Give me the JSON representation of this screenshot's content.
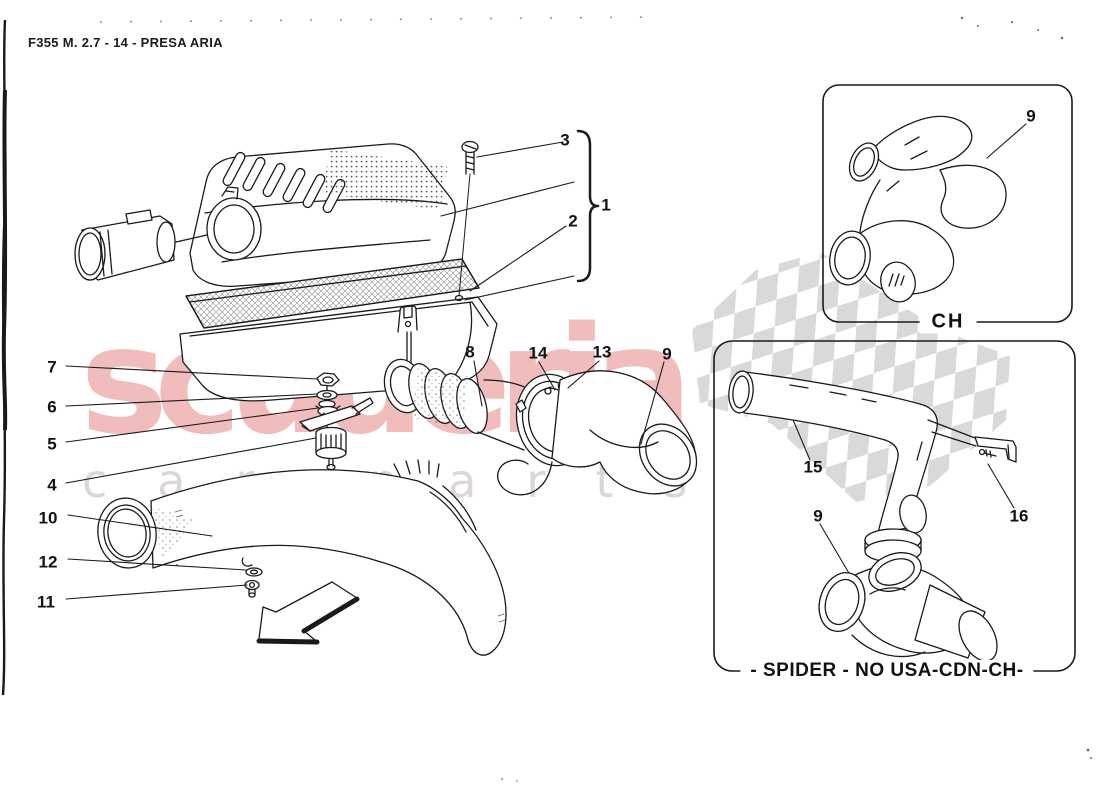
{
  "page": {
    "title": "F355 M. 2.7 - 14 - PRESA ARIA",
    "background_color": "#ffffff",
    "line_color": "#1a1a1a"
  },
  "watermark": {
    "brand": "scuderia",
    "brand_sub": "car parts",
    "brand_color": "#f1bcbc",
    "sub_color": "#ddd6d6",
    "checker_color": "#d9d9d9"
  },
  "main_diagram": {
    "callouts": {
      "c1": "1",
      "c2": "2",
      "c3": "3",
      "c4": "4",
      "c5": "5",
      "c6": "6",
      "c7": "7",
      "c8": "8",
      "c9": "9",
      "c10": "10",
      "c11": "11",
      "c12": "12",
      "c13": "13",
      "c14": "14"
    }
  },
  "inset_ch": {
    "caption": "CH",
    "callouts": {
      "c9": "9"
    }
  },
  "inset_spider": {
    "caption": "- SPIDER - NO USA-CDN-CH-",
    "callouts": {
      "c15": "15",
      "c16": "16",
      "c9": "9"
    }
  }
}
